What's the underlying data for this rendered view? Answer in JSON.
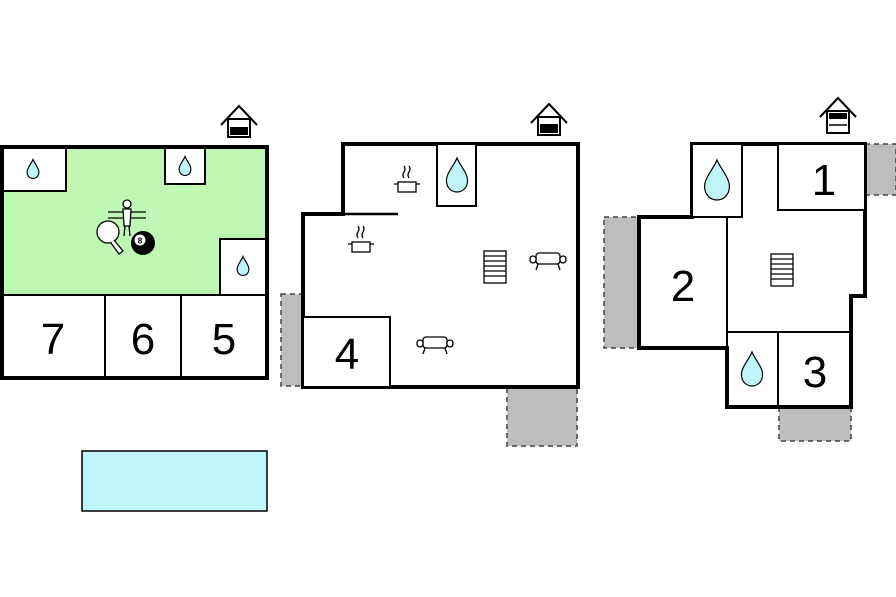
{
  "colors": {
    "background": "#ffffff",
    "recreation_room": "#bff8b4",
    "water": "#bff5f8",
    "pool": "#bff5f8",
    "terrace": "#bdbdbd",
    "wall": "#000000"
  },
  "floors": [
    {
      "name": "basement",
      "rooms": [
        {
          "label": "7"
        },
        {
          "label": "6"
        },
        {
          "label": "5"
        }
      ],
      "icons": [
        "house-level-icon",
        "bathroom-drop-icon",
        "table-football-icon",
        "table-tennis-icon",
        "billiard-ball-icon"
      ],
      "billiard_ball_number": "8"
    },
    {
      "name": "ground-floor",
      "rooms": [
        {
          "label": "4"
        }
      ],
      "icons": [
        "house-level-icon",
        "bathroom-drop-icon",
        "kitchen-pot-icon",
        "stairs-icon",
        "sofa-icon"
      ]
    },
    {
      "name": "upper-floor",
      "rooms": [
        {
          "label": "1"
        },
        {
          "label": "2"
        },
        {
          "label": "3"
        }
      ],
      "icons": [
        "house-level-icon",
        "bathroom-drop-icon",
        "stairs-icon"
      ]
    }
  ],
  "outdoor": [
    "swimming-pool",
    "terrace"
  ]
}
